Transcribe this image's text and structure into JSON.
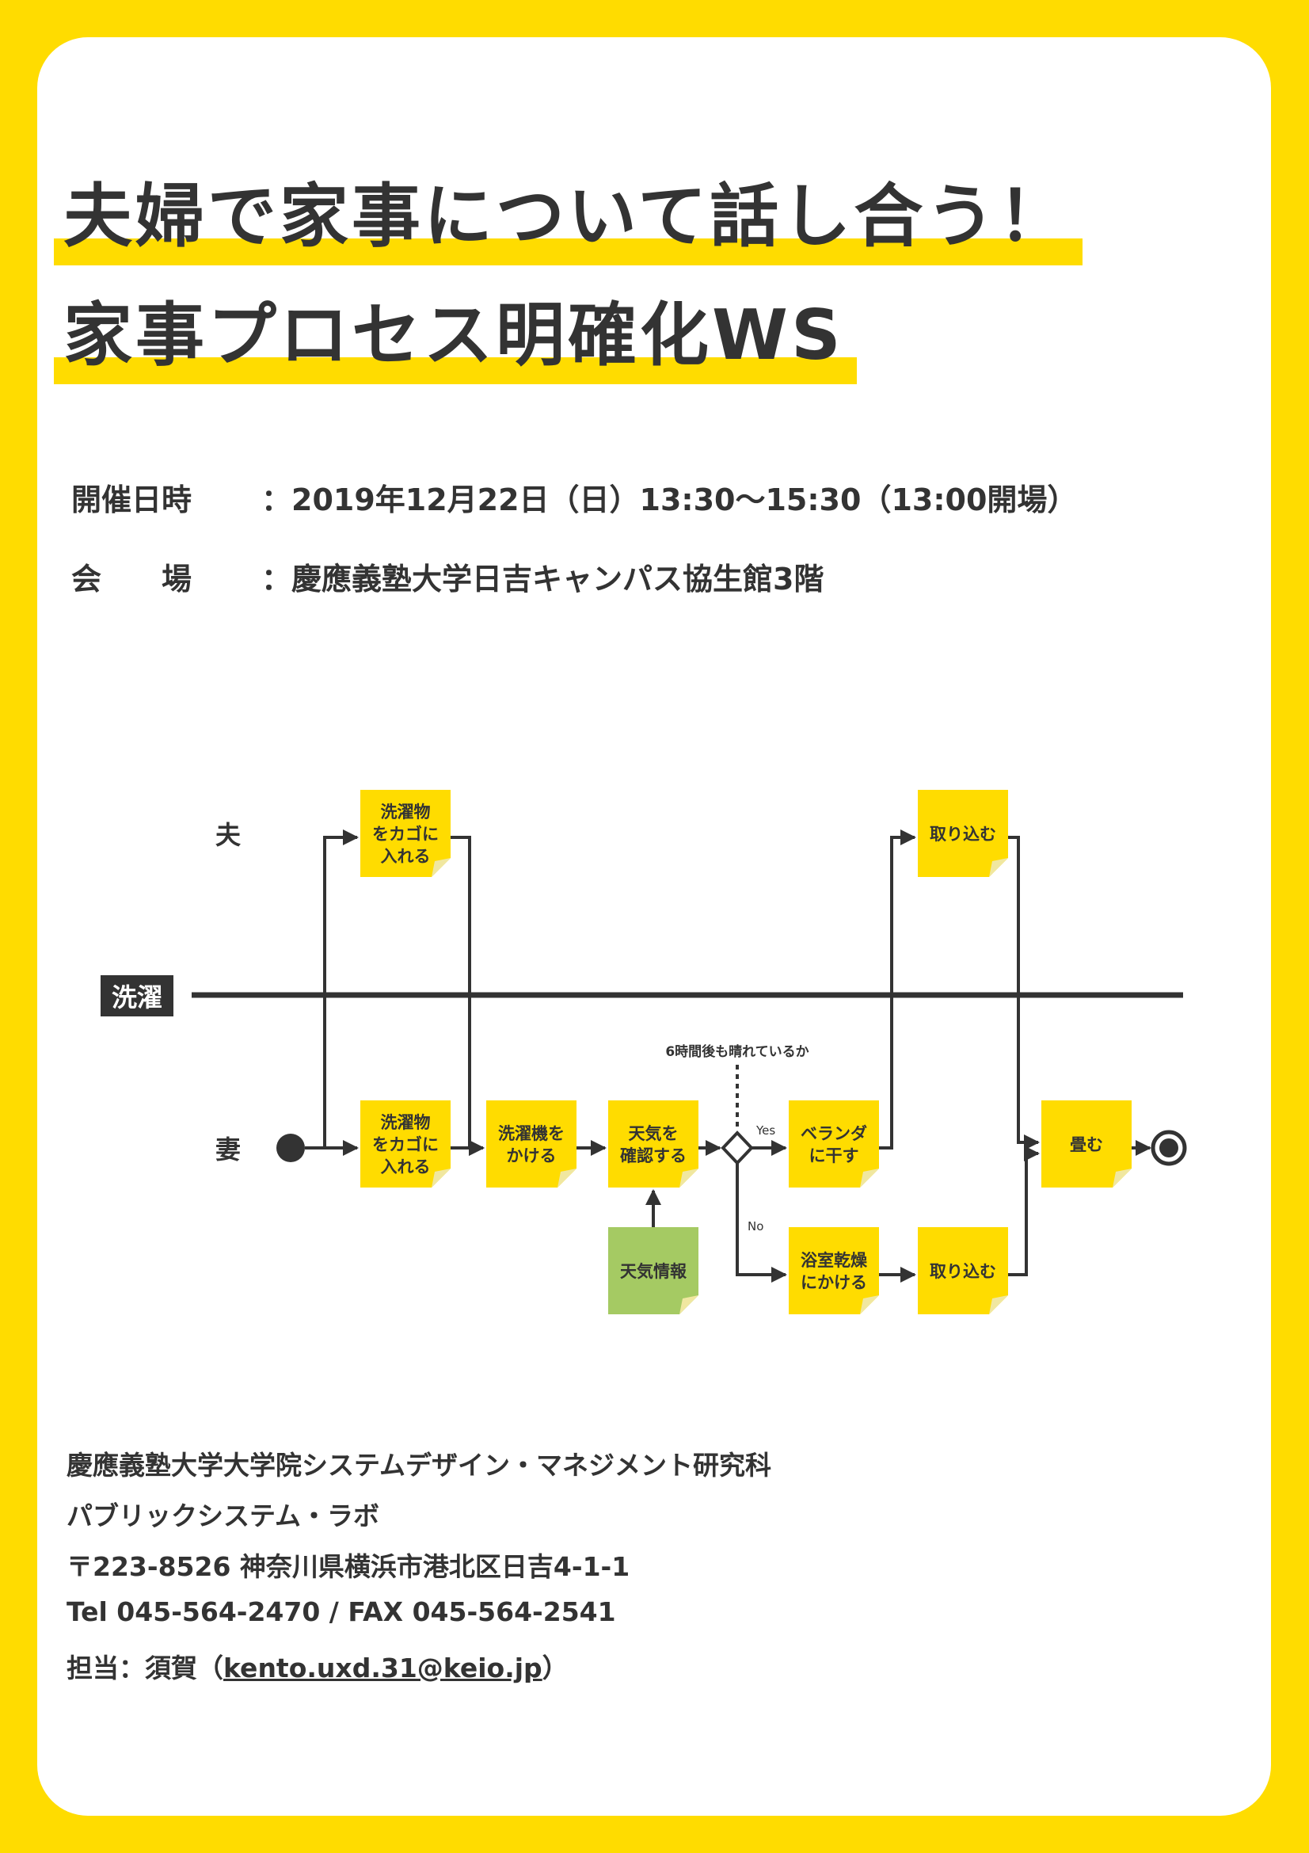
{
  "title": {
    "line1": "夫婦で家事について話し合う！",
    "line2": "家事プロセス明確化WS"
  },
  "info": {
    "date_label": "開催日時",
    "date_value": "：2019年12月22日（日）13:30〜15:30（13:00開場）",
    "venue_label": "会　　場",
    "venue_value": "：慶應義塾大学日吉キャンパス協生館3階"
  },
  "flow": {
    "lane_husband": "夫",
    "lane_wife": "妻",
    "category": "洗濯",
    "condition": "6時間後も晴れているか",
    "yes": "Yes",
    "no": "No",
    "steps": {
      "h_basket": [
        "洗濯物",
        "をカゴに",
        "入れる"
      ],
      "h_takein": [
        "取り込む"
      ],
      "w_basket": [
        "洗濯物",
        "をカゴに",
        "入れる"
      ],
      "w_machine": [
        "洗濯機を",
        "かける"
      ],
      "w_weather": [
        "天気を",
        "確認する"
      ],
      "w_info": [
        "天気情報"
      ],
      "w_veranda": [
        "ベランダ",
        "に干す"
      ],
      "w_dryer": [
        "浴室乾燥",
        "にかける"
      ],
      "w_takein": [
        "取り込む"
      ],
      "w_fold": [
        "畳む"
      ]
    }
  },
  "colors": {
    "note_yellow": "#ffdc00",
    "note_green": "#a5ca63",
    "ink": "#333333"
  },
  "footer": {
    "org": "慶應義塾大学大学院システムデザイン・マネジメント研究科",
    "lab": "パブリックシステム・ラボ",
    "address": "〒223-8526 神奈川県横浜市港北区日吉4-1-1",
    "tel": "Tel 045-564-2470 / FAX 045-564-2541",
    "contact_prefix": "担当：須賀（",
    "email": "kento.uxd.31@keio.jp",
    "contact_suffix": "）"
  }
}
